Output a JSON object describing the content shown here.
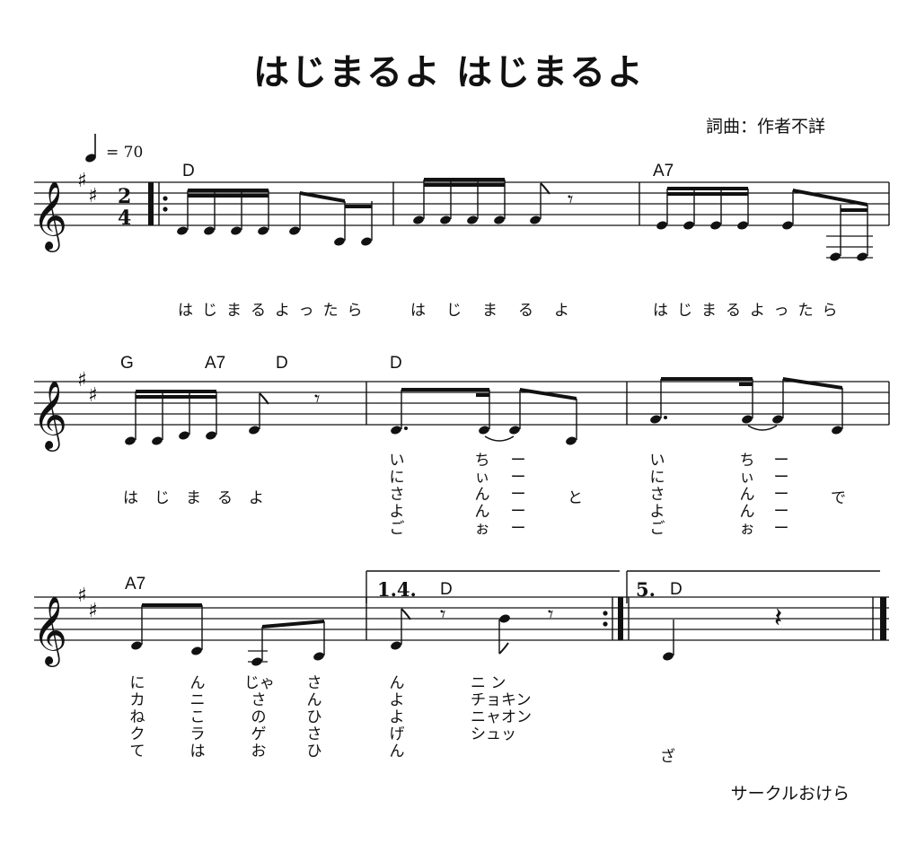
{
  "title": "はじまるよ はじまるよ",
  "credit": "詞曲：作者不詳",
  "tempo": "= 70",
  "time_signature": {
    "top": "2",
    "bottom": "4"
  },
  "circle": "サークルおけら",
  "rows": [
    {
      "chords": [
        "D",
        "A7"
      ],
      "lyrics": [
        "はじまるよったら",
        "はじまるよ",
        "はじまるよったら"
      ]
    },
    {
      "chords": [
        "G",
        "A7",
        "D",
        "D"
      ],
      "lyrics": [
        "はじまるよ",
        "と",
        "で"
      ],
      "columns": [
        {
          "text": "い\nに\nさ\nよ\nご"
        },
        {
          "text": "ち\nぃ\nん\nん\nぉ"
        },
        {
          "text": "ー\nー\nー\nー\nー"
        },
        {
          "text": "い\nに\nさ\nよ\nご"
        },
        {
          "text": "ち\nぃ\nん\nん\nぉ"
        },
        {
          "text": "ー\nー\nー\nー\nー"
        }
      ]
    },
    {
      "chords": [
        "A7",
        "D",
        "D"
      ],
      "voltas": [
        "1.4.",
        "5."
      ],
      "lyrics": [
        "ざ"
      ],
      "columns": [
        {
          "text": "に\nカ\nね\nク\nて"
        },
        {
          "text": "ん\nニ\nこ\nラ\nは"
        },
        {
          "text": "じゃ\nさ\nの\nゲ\nお"
        },
        {
          "text": "さ\nん\nひ\nさ\nひ"
        },
        {
          "text": "ん\nよ\nよ\nげ\nん"
        },
        {
          "text": "ニ ン\nチョキン\nニャオン\nシュッ"
        }
      ]
    }
  ]
}
